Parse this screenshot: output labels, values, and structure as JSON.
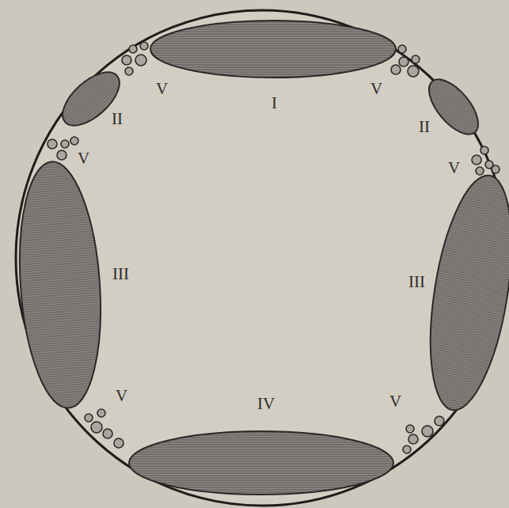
{
  "diagram": {
    "labels": [
      "V",
      "I",
      "V",
      "II",
      "II",
      "V",
      "V",
      "III",
      "III",
      "V",
      "IV",
      "V"
    ]
  }
}
